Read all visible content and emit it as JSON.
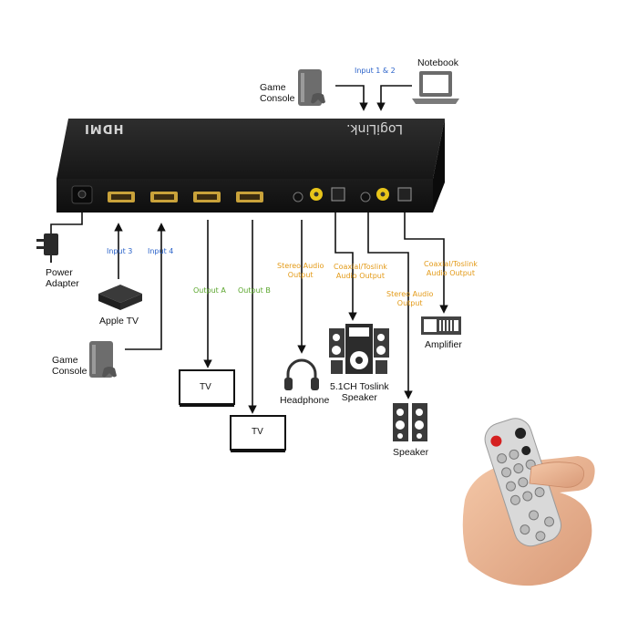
{
  "device": {
    "brand_text": "LogiLink.",
    "hdmi_text": "HDMI"
  },
  "sources_top": {
    "game_console": "Game\nConsole",
    "input_tag": "Input 1 & 2",
    "notebook": "Notebook"
  },
  "left_side": {
    "power_adapter": "Power\nAdapter",
    "input3": "Input 3",
    "input4": "Input 4",
    "apple_tv": "Apple TV",
    "game_console": "Game\nConsole"
  },
  "outputs": {
    "output_a": "Output A",
    "output_b": "Output B",
    "tv_a": "TV",
    "tv_b": "TV",
    "stereo_out_1": "Stereo Audio\nOutput",
    "headphone": "Headphone",
    "coaxial_out_1": "Coaxial/Toslink\nAudio Output",
    "toslink_speaker": "5.1CH Toslink\nSpeaker",
    "stereo_out_2": "Stereo Audio\nOutput",
    "speaker": "Speaker",
    "coaxial_out_2": "Coaxial/Toslink\nAudio Output",
    "amplifier": "Amplifier"
  },
  "colors": {
    "input_blue": "#2a62c9",
    "output_green": "#5aa52c",
    "audio_orange": "#e39a17",
    "device_black": "#1b1b1b",
    "hdmi_gold": "#c9a23a",
    "rca_yellow": "#e8c51a"
  }
}
